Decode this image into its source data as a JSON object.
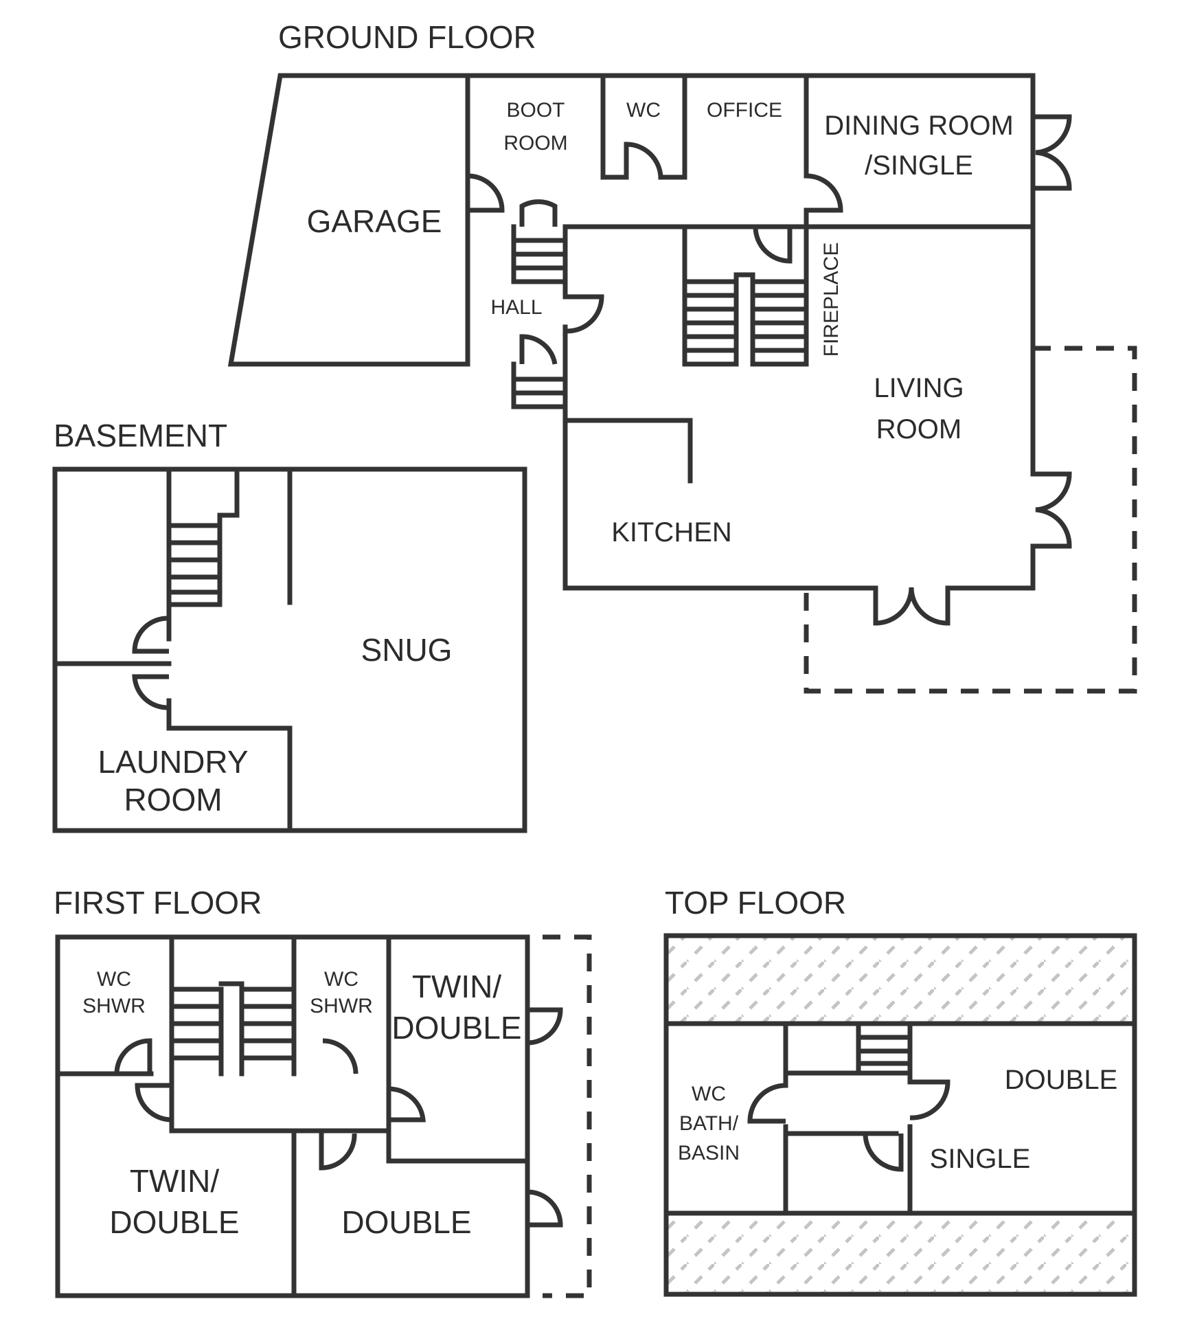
{
  "floors": {
    "ground": {
      "title": "GROUND FLOOR",
      "rooms": {
        "garage": "GARAGE",
        "boot_room": [
          "BOOT",
          "ROOM"
        ],
        "wc": "WC",
        "office": "OFFICE",
        "dining": [
          "DINING ROOM",
          "/SINGLE"
        ],
        "hall": "HALL",
        "fireplace": "FIREPLACE",
        "living": [
          "LIVING",
          "ROOM"
        ],
        "kitchen": "KITCHEN"
      }
    },
    "basement": {
      "title": "BASEMENT",
      "rooms": {
        "snug": "SNUG",
        "laundry": [
          "LAUNDRY",
          "ROOM"
        ]
      }
    },
    "first": {
      "title": "FIRST FLOOR",
      "rooms": {
        "wc_shwr_left": [
          "WC",
          "SHWR"
        ],
        "wc_shwr_right": [
          "WC",
          "SHWR"
        ],
        "twin_double_top": [
          "TWIN/",
          "DOUBLE"
        ],
        "twin_double_left": [
          "TWIN/",
          "DOUBLE"
        ],
        "double": "DOUBLE"
      }
    },
    "top": {
      "title": "TOP FLOOR",
      "rooms": {
        "wc_bath_basin": [
          "WC",
          "BATH/",
          "BASIN"
        ],
        "double": "DOUBLE",
        "single": "SINGLE"
      }
    }
  },
  "colors": {
    "line": "#333333",
    "hatch": "#bfbfbf"
  }
}
